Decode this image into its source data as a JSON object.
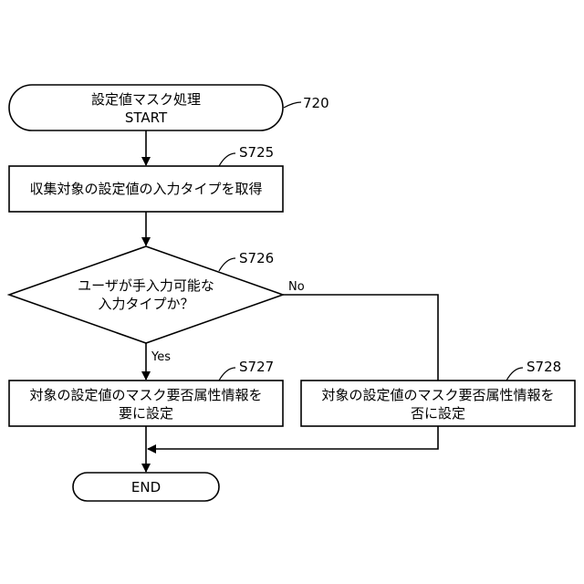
{
  "start": {
    "line1": "設定値マスク処理",
    "line2": "START",
    "ref": "720"
  },
  "step_s725": {
    "ref": "S725",
    "text": "収集対象の設定値の入力タイプを取得"
  },
  "decision_s726": {
    "ref": "S726",
    "line1": "ユーザが手入力可能な",
    "line2": "入力タイプか？",
    "yes_label": "Yes",
    "no_label": "No"
  },
  "step_s727": {
    "ref": "S727",
    "line1": "対象の設定値のマスク要否属性情報を",
    "line2": "要に設定"
  },
  "step_s728": {
    "ref": "S728",
    "line1": "対象の設定値のマスク要否属性情報を",
    "line2": "否に設定"
  },
  "end": {
    "label": "END"
  }
}
